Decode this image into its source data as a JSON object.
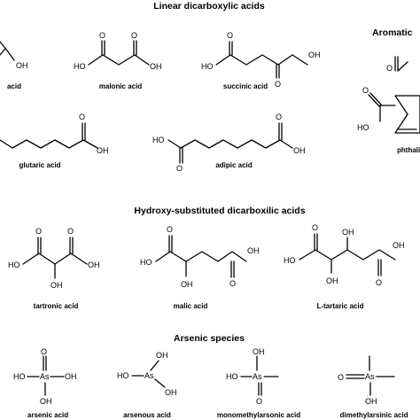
{
  "sections": {
    "linear": "Linear dicarboxylic acids",
    "aromatic": "Aromatic",
    "hydroxy": "Hydroxy-substituted dicarboxilic acids",
    "arsenic": "Arsenic species"
  },
  "compounds": {
    "oxalic": "acid",
    "malonic": "malonic acid",
    "succinic": "succinic acid",
    "glutaric": "glutaric acid",
    "adipic": "adipic acid",
    "phthalic": "phthalic",
    "tartronic": "tartronic acid",
    "malic": "malic acid",
    "tartaric": "L-tartaric acid",
    "arsenic": "arsenic acid",
    "arsenous": "arsenous acid",
    "mma": "monomethylarsonic acid",
    "dma": "dimethylarsinic acid"
  },
  "atoms": {
    "O": "O",
    "OH": "OH",
    "HO": "HO",
    "As": "As"
  }
}
